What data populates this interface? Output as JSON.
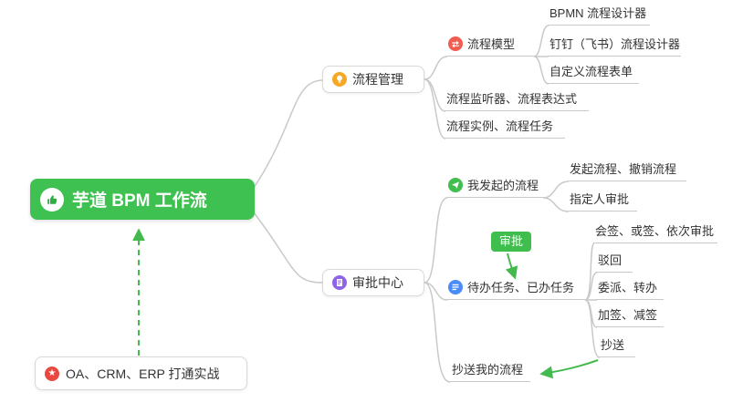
{
  "mindmap": {
    "root": {
      "label": "芋道 BPM 工作流"
    },
    "process_management": {
      "label": "流程管理",
      "process_model": {
        "label": "流程模型",
        "bpmn_designer": "BPMN 流程设计器",
        "dingtalk_designer": "钉钉（飞书）流程设计器",
        "custom_form": "自定义流程表单"
      },
      "listener_expression": "流程监听器、流程表达式",
      "instance_task": "流程实例、流程任务"
    },
    "approval_center": {
      "label": "审批中心",
      "my_processes": {
        "label": "我发起的流程",
        "initiate_cancel": "发起流程、撤销流程",
        "assignee_approval": "指定人审批"
      },
      "approval_tag": "审批",
      "todo_done": {
        "label": "待办任务、已办任务",
        "countersign": "会签、或签、依次审批",
        "reject": "驳回",
        "delegate_transfer": "委派、转办",
        "add_remove_sign": "加签、减签",
        "cc": "抄送"
      },
      "cc_my_process": "抄送我的流程"
    },
    "practice": {
      "label": "OA、CRM、ERP 打通实战"
    }
  },
  "colors": {
    "root_green": "#3ec150",
    "line_gray": "#c9c9c9",
    "arrow_green": "#44b94e",
    "icon_amber": "#f6a723",
    "icon_red": "#f25b50",
    "icon_green": "#3fbf4e",
    "icon_blue": "#4a8cf7",
    "icon_purple": "#8f63e8",
    "icon_star_red": "#e8483f"
  }
}
